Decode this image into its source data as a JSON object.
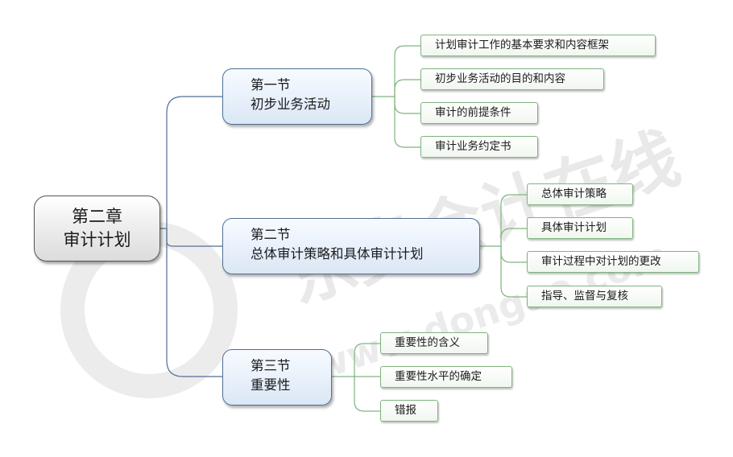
{
  "root": {
    "line1": "第二章",
    "line2": "审计计划"
  },
  "sections": [
    {
      "line1": "第一节",
      "line2": "初步业务活动",
      "items": [
        "计划审计工作的基本要求和内容框架",
        "初步业务活动的目的和内容",
        "审计的前提条件",
        "审计业务约定书"
      ]
    },
    {
      "line1": "第二节",
      "line2": "总体审计策略和具体审计计划",
      "items": [
        "总体审计策略",
        "具体审计计划",
        "审计过程中对计划的更改",
        "指导、监督与复核"
      ]
    },
    {
      "line1": "第三节",
      "line2": "重要性",
      "items": [
        "重要性的含义",
        "重要性水平的确定",
        "错报"
      ]
    }
  ],
  "watermark": {
    "brand": "东奥会计在线",
    "url": "www.dongao.com"
  },
  "colors": {
    "section_link": "#4f6f95",
    "leaf_link": "#7fb37f",
    "watermark": "#e4e4e4"
  }
}
